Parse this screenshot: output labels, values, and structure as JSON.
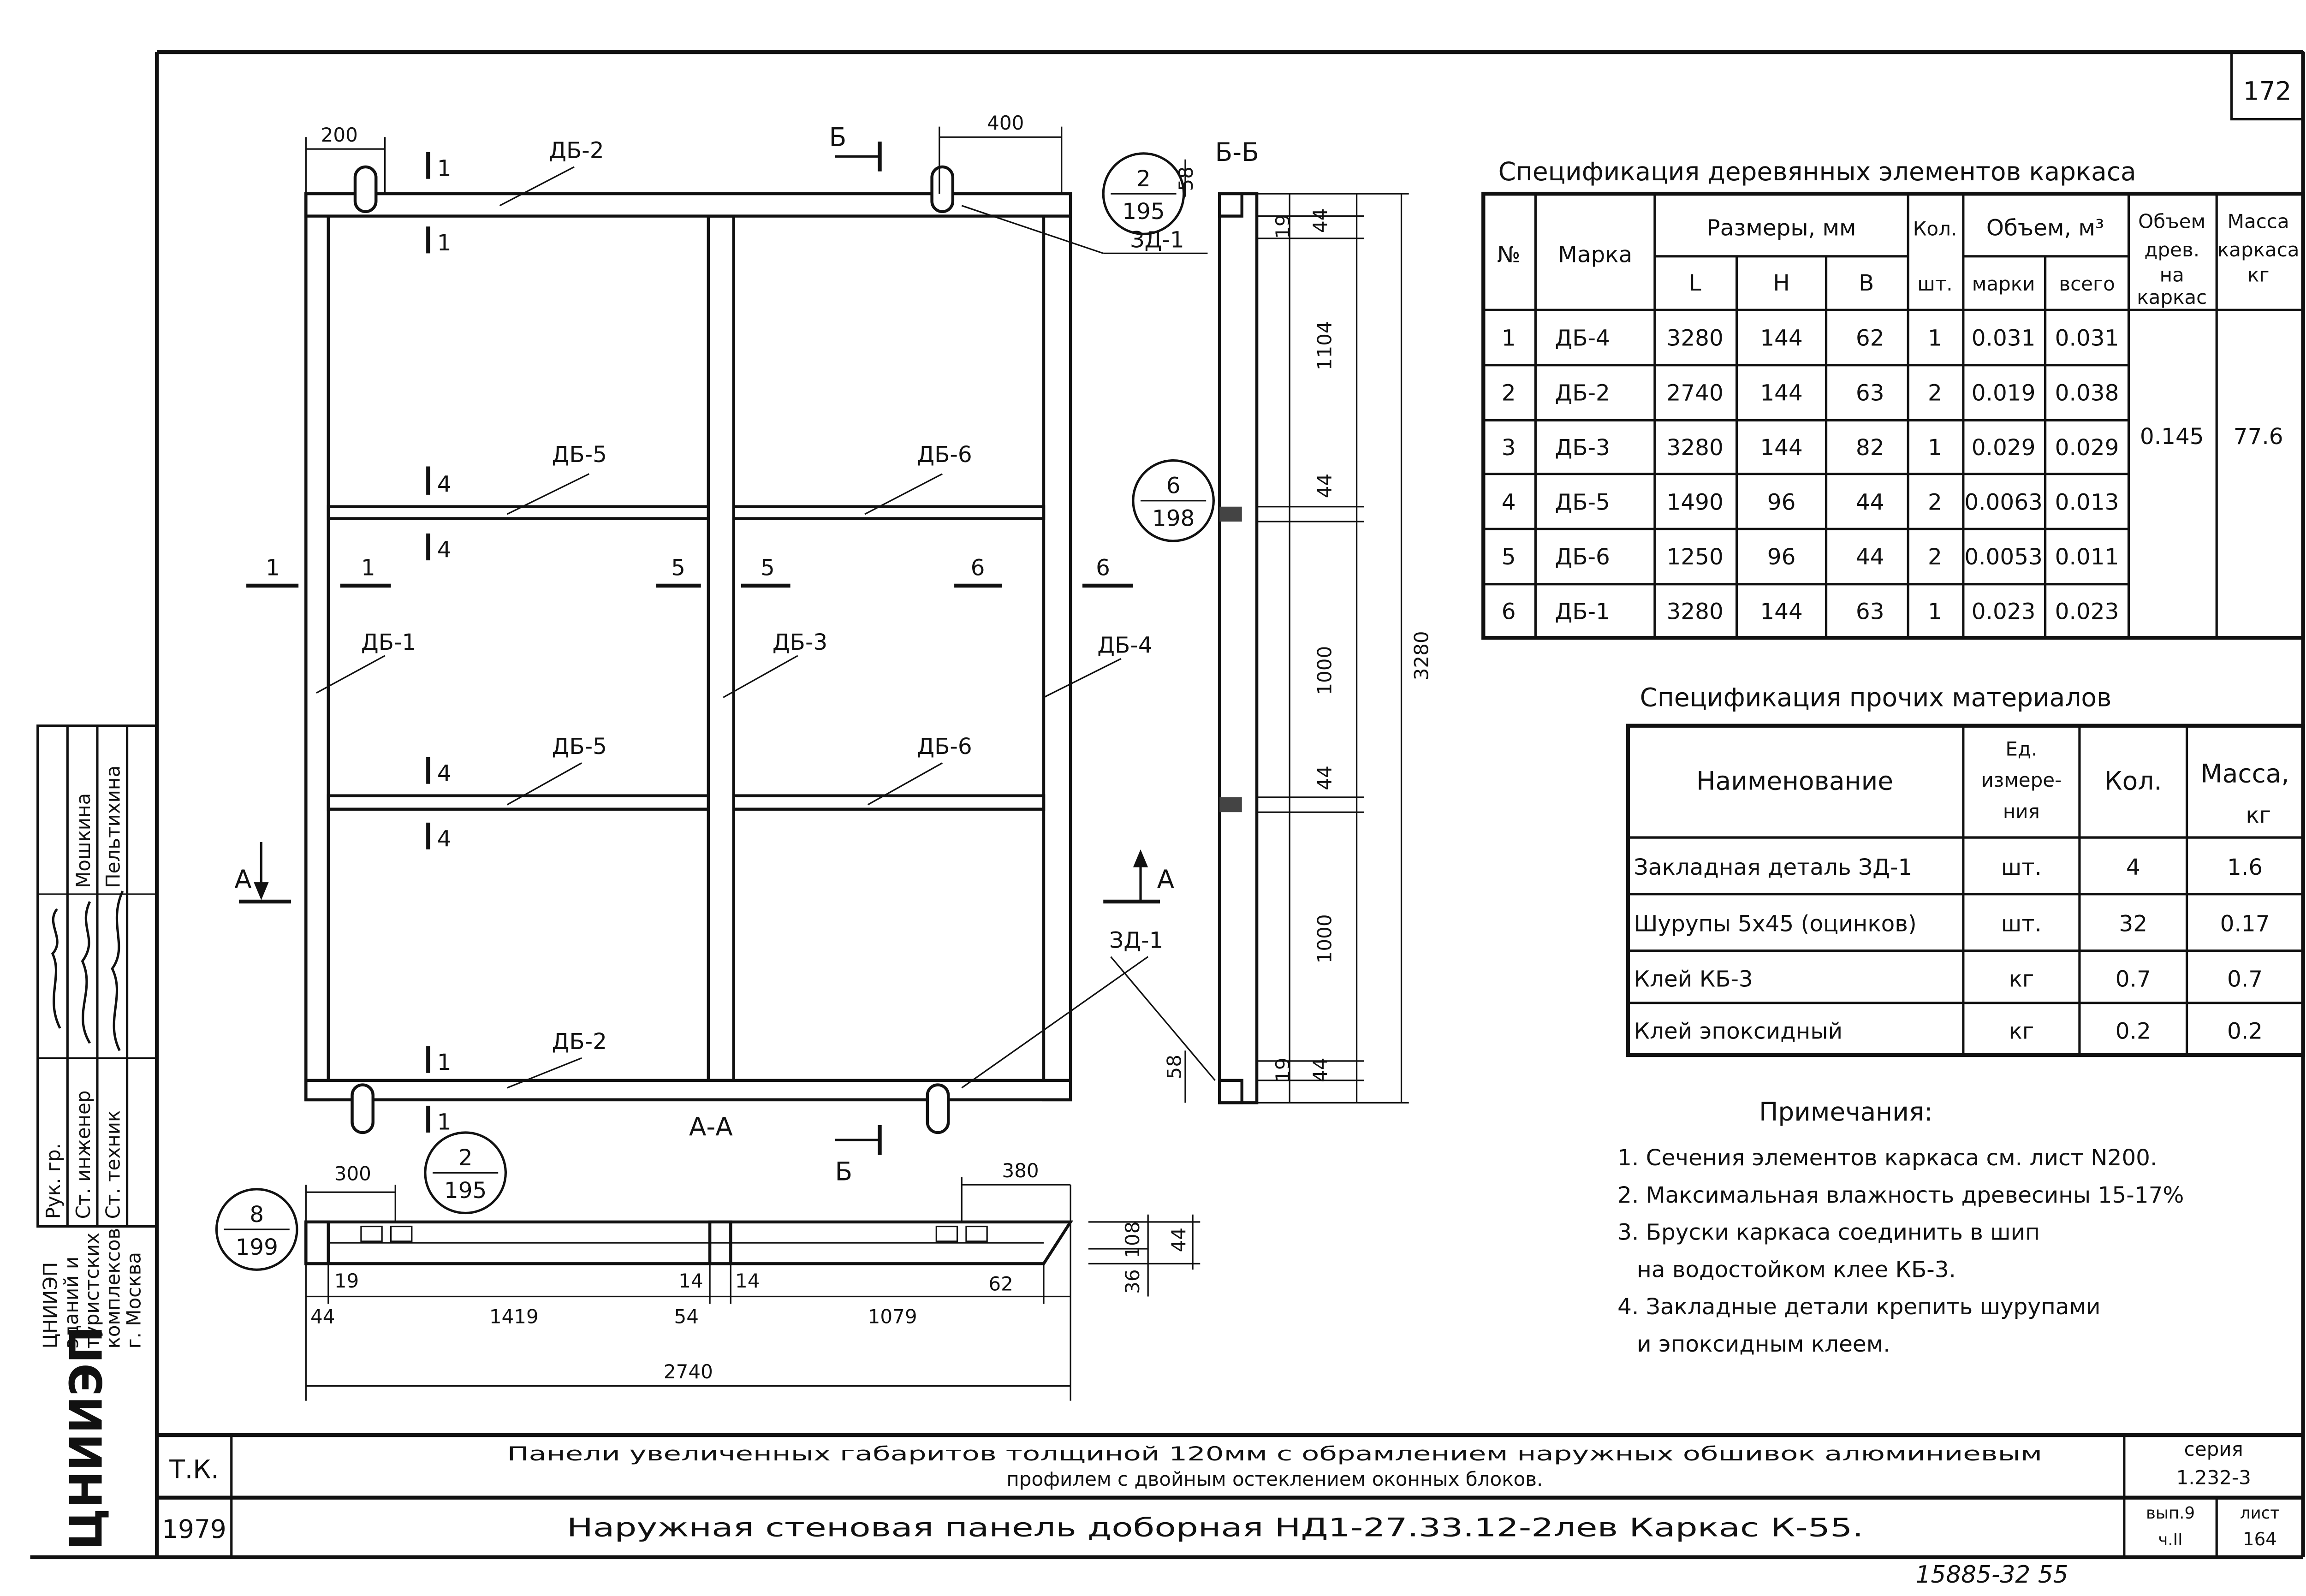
{
  "sheet_number": "172",
  "drawing": {
    "labels": {
      "db2_top": "ДБ-2",
      "db2_bottom": "ДБ-2",
      "db5_a": "ДБ-5",
      "db6_a": "ДБ-6",
      "db5_b": "ДБ-5",
      "db6_b": "ДБ-6",
      "db1": "ДБ-1",
      "db3": "ДБ-3",
      "db4": "ДБ-4",
      "zd1_top": "ЗД-1",
      "zd1_bottom": "ЗД-1",
      "section_bb": "Б-Б",
      "section_aa": "А-А",
      "cut_b_top": "Б",
      "cut_b_bottom": "Б",
      "cut_a_left": "А",
      "cut_a_right": "А",
      "sec_1": "1",
      "sec_1b": "1",
      "sec_5": "5",
      "sec_5b": "5",
      "sec_6": "6",
      "sec_6b": "6",
      "mark_1_top": "1",
      "mark_1_top2": "1",
      "mark_4_a": "4",
      "mark_4_b": "4",
      "mark_4_c": "4",
      "mark_4_d": "4",
      "mark_1_bot": "1",
      "mark_1_bot2": "1"
    },
    "callouts": [
      {
        "top": "2",
        "bottom": "195"
      },
      {
        "top": "6",
        "bottom": "198"
      },
      {
        "top": "2",
        "bottom": "195"
      },
      {
        "top": "8",
        "bottom": "199"
      }
    ],
    "dimensions": {
      "d200": "200",
      "d400": "400",
      "d58_top": "58",
      "d58_bottom": "58",
      "bb_19_top": "19",
      "bb_44_top": "44",
      "bb_1104": "1104",
      "bb_44_a": "44",
      "bb_1000_a": "1000",
      "bb_44_b": "44",
      "bb_1000_b": "1000",
      "bb_19_bot": "19",
      "bb_44_bot": "44",
      "bb_3280": "3280",
      "aa_300": "300",
      "aa_380": "380",
      "aa_19": "19",
      "aa_14a": "14",
      "aa_14b": "14",
      "aa_62": "62",
      "aa_44": "44",
      "aa_1419": "1419",
      "aa_54": "54",
      "aa_1079": "1079",
      "aa_2740": "2740",
      "aa_108": "108",
      "aa_44h": "44",
      "aa_36": "36"
    }
  },
  "wood_spec": {
    "title": "Спецификация деревянных элементов каркаса",
    "headers": {
      "no": "№",
      "mark": "Марка",
      "sizes": "Размеры, мм",
      "L": "L",
      "H": "H",
      "B": "B",
      "qty": "Кол.",
      "qty_unit": "шт.",
      "volume": "Объем, м³",
      "vol_mark": "марки",
      "vol_total": "всего",
      "wood_vol_1": "Объем",
      "wood_vol_2": "древ.",
      "wood_vol_3": "на",
      "wood_vol_4": "каркас",
      "mass_1": "Масса",
      "mass_2": "каркаса",
      "mass_3": "кг"
    },
    "rows": [
      [
        "1",
        "ДБ-4",
        "3280",
        "144",
        "62",
        "1",
        "0.031",
        "0.031"
      ],
      [
        "2",
        "ДБ-2",
        "2740",
        "144",
        "63",
        "2",
        "0.019",
        "0.038"
      ],
      [
        "3",
        "ДБ-3",
        "3280",
        "144",
        "82",
        "1",
        "0.029",
        "0.029"
      ],
      [
        "4",
        "ДБ-5",
        "1490",
        "96",
        "44",
        "2",
        "0.0063",
        "0.013"
      ],
      [
        "5",
        "ДБ-6",
        "1250",
        "96",
        "44",
        "2",
        "0.0053",
        "0.011"
      ],
      [
        "6",
        "ДБ-1",
        "3280",
        "144",
        "63",
        "1",
        "0.023",
        "0.023"
      ]
    ],
    "wood_volume_total": "0.145",
    "frame_mass": "77.6"
  },
  "other_spec": {
    "title": "Спецификация прочих материалов",
    "headers": {
      "name": "Наименование",
      "unit_1": "Ед.",
      "unit_2": "измере-",
      "unit_3": "ния",
      "qty": "Кол.",
      "mass_1": "Масса,",
      "mass_2": "кг"
    },
    "rows": [
      [
        "Закладная деталь ЗД-1",
        "шт.",
        "4",
        "1.6"
      ],
      [
        "Шурупы 5х45 (оцинков)",
        "шт.",
        "32",
        "0.17"
      ],
      [
        "Клей КБ-3",
        "кг",
        "0.7",
        "0.7"
      ],
      [
        "Клей эпоксидный",
        "кг",
        "0.2",
        "0.2"
      ]
    ]
  },
  "notes": {
    "title": "Примечания:",
    "lines": [
      "1. Сечения элементов каркаса см. лист N200.",
      "2. Максимальная влажность древесины 15-17%",
      "3. Бруски каркаса соединить в шип",
      "   на водостойком клее КБ-3.",
      "4. Закладные детали крепить шурупами",
      "   и эпоксидным клеем."
    ]
  },
  "stamp": {
    "col1": [
      "Рук. гр.",
      ""
    ],
    "col2": [
      "Ст. инженер",
      "Мошкина"
    ],
    "col3": [
      "Ст. техник",
      "Пельтихина"
    ],
    "org": [
      "ЦНИИЭП",
      "зданий и",
      "туристских",
      "комплексов",
      "г. Москва"
    ],
    "logo": "ЦНИИЭП"
  },
  "title_block": {
    "code": "Т.К.",
    "year": "1979",
    "line1": "Панели увеличенных габаритов толщиной 120мм с обрамлением наружных обшивок алюминиевым",
    "line2": "профилем с двойным остеклением оконных блоков.",
    "line3": "Наружная стеновая панель доборная НД1-27.33.12-2лев Каркас К-55.",
    "series_label": "серия",
    "series": "1.232-3",
    "issue_1": "вып.9",
    "issue_2": "ч.II",
    "sheet_label": "лист",
    "sheet": "164"
  },
  "handwritten_note": "15885-32 55"
}
